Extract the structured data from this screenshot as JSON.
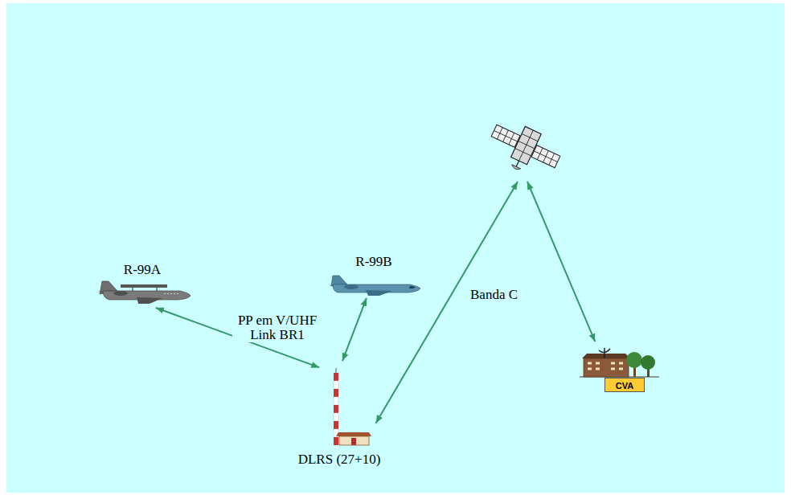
{
  "diagram": {
    "nodes": [
      {
        "text": [
          "R-99A"
        ]
      },
      {
        "text": [
          "R-99B"
        ]
      },
      {
        "text": [
          "DLRS (27+10)"
        ]
      },
      {
        "text": [
          "CVA"
        ]
      }
    ],
    "edges": [
      {
        "from": 0,
        "to": 2,
        "arrow": "both"
      },
      {
        "from": 1,
        "to": 2,
        "arrow": "both"
      },
      {
        "from": 2,
        "to": 3,
        "label": "Banda C",
        "arrow": "both"
      }
    ],
    "labels": [
      "PP em V/UHF Link BR1"
    ]
  }
}
